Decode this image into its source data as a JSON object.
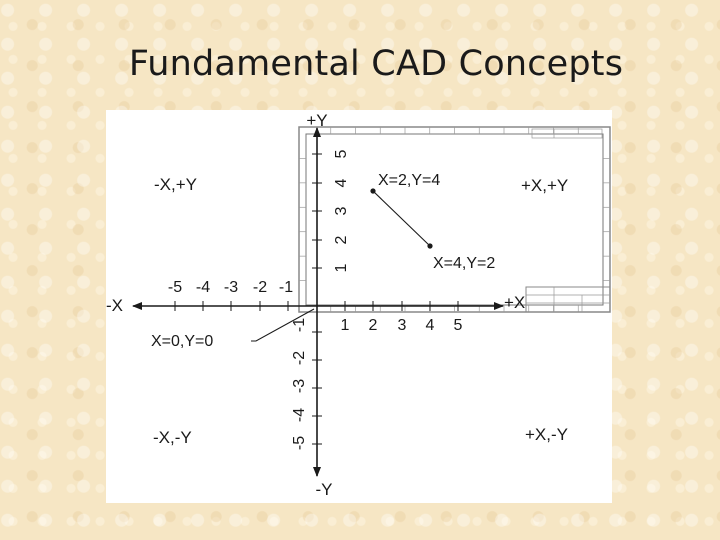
{
  "slide": {
    "title": "Fundamental CAD Concepts"
  },
  "axes": {
    "pos_y": "+Y",
    "neg_y": "-Y",
    "pos_x": "+X",
    "neg_x": "-X",
    "x_pos_ticks": [
      "1",
      "2",
      "3",
      "4",
      "5"
    ],
    "x_neg_ticks": [
      "-5",
      "-4",
      "-3",
      "-2",
      "-1"
    ],
    "y_pos_ticks": [
      "1",
      "2",
      "3",
      "4",
      "5"
    ],
    "y_neg_ticks": [
      "-1",
      "-2",
      "-3",
      "-4",
      "-5"
    ]
  },
  "quadrants": {
    "q1": "+X,+Y",
    "q2": "-X,+Y",
    "q3": "-X,-Y",
    "q4": "+X,-Y"
  },
  "points": {
    "p1": "X=2,Y=4",
    "p2": "X=4,Y=2",
    "origin": "X=0,Y=0"
  },
  "colors": {
    "background": "#f6e6c4",
    "panel": "#ffffff",
    "ink": "#1a1a1a",
    "drawing_frame": "#888888"
  }
}
